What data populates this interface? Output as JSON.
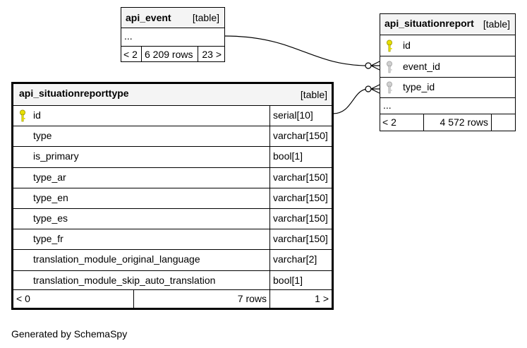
{
  "colors": {
    "primary_key": "#e8e000",
    "foreign_key": "#c8c8c8",
    "header_bg": "#f4f4f4"
  },
  "api_event": {
    "name": "api_event",
    "kind": "[table]",
    "ellipsis": "...",
    "nav": {
      "prev": "< 2",
      "rows": "6 209 rows",
      "next": "23 >"
    }
  },
  "api_situationreport": {
    "name": "api_situationreport",
    "kind": "[table]",
    "columns": [
      {
        "name": "id",
        "icon": "primary-key-icon"
      },
      {
        "name": "event_id",
        "icon": "foreign-key-icon"
      },
      {
        "name": "type_id",
        "icon": "foreign-key-icon"
      }
    ],
    "ellipsis": "...",
    "nav": {
      "prev": "< 2",
      "rows": "4 572 rows",
      "next": ""
    }
  },
  "api_situationreporttype": {
    "name": "api_situationreporttype",
    "kind": "[table]",
    "columns": [
      {
        "name": "id",
        "type": "serial[10]",
        "icon": "primary-key-icon"
      },
      {
        "name": "type",
        "type": "varchar[150]"
      },
      {
        "name": "is_primary",
        "type": "bool[1]"
      },
      {
        "name": "type_ar",
        "type": "varchar[150]"
      },
      {
        "name": "type_en",
        "type": "varchar[150]"
      },
      {
        "name": "type_es",
        "type": "varchar[150]"
      },
      {
        "name": "type_fr",
        "type": "varchar[150]"
      },
      {
        "name": "translation_module_original_language",
        "type": "varchar[2]"
      },
      {
        "name": "translation_module_skip_auto_translation",
        "type": "bool[1]"
      }
    ],
    "nav": {
      "prev": "< 0",
      "rows": "7 rows",
      "next": "1 >"
    }
  },
  "footer": "Generated by SchemaSpy"
}
